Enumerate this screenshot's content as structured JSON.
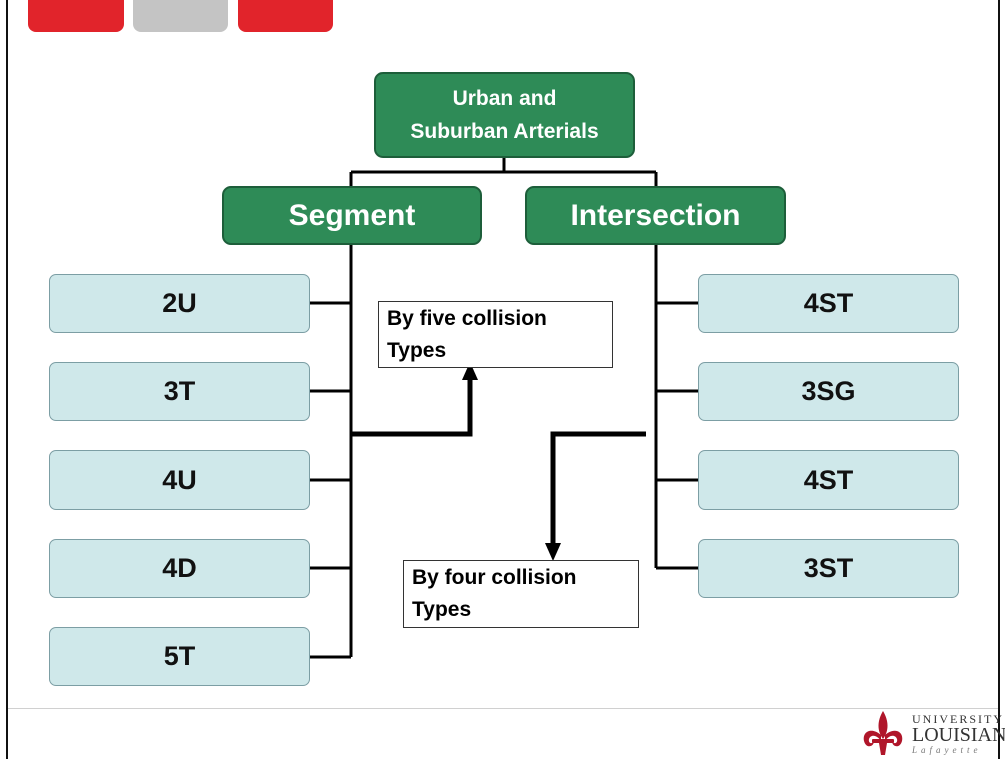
{
  "root": {
    "line1": "Urban and",
    "line2": "Suburban Arterials"
  },
  "segment": {
    "label": "Segment",
    "types": [
      "2U",
      "3T",
      "4U",
      "4D",
      "5T"
    ]
  },
  "intersection": {
    "label": "Intersection",
    "types": [
      "4ST",
      "3SG",
      "4ST",
      "3ST"
    ]
  },
  "notes": {
    "five": {
      "line1": "By five collision",
      "line2": "Types"
    },
    "four": {
      "line1": "By four collision",
      "line2": "Types"
    }
  },
  "logo": {
    "line1": "UNIVERSITY",
    "line2": "LOUISIANA",
    "line3": "Lafayette"
  },
  "colors": {
    "green": "#2e8b57",
    "lightblue": "#cfe8ea",
    "red": "#e1242b",
    "gray": "#c4c4c4"
  }
}
